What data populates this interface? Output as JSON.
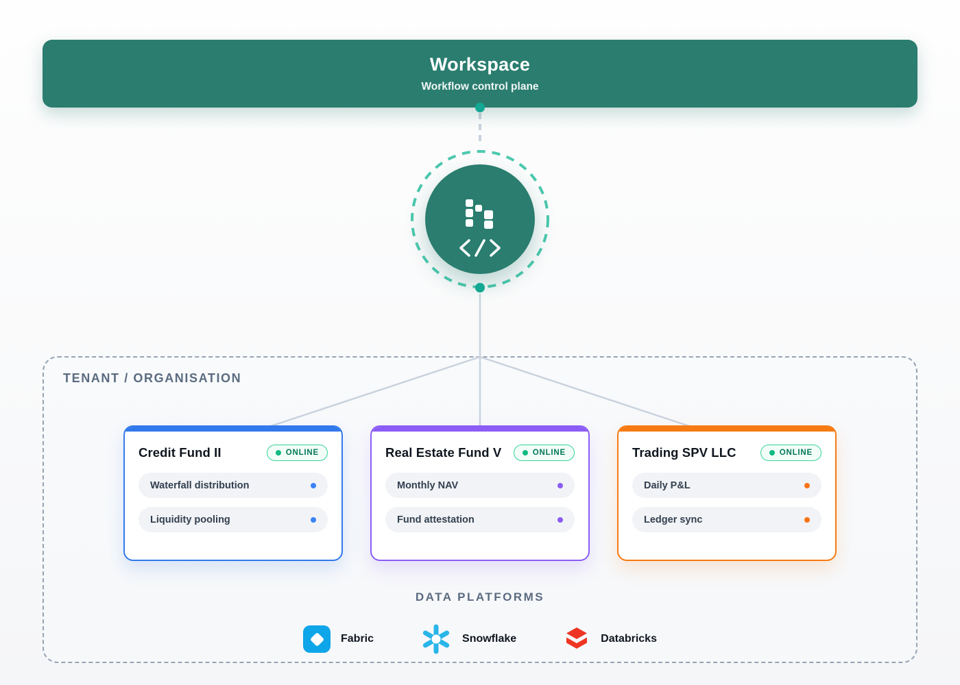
{
  "banner": {
    "title": "Workspace",
    "subtitle": "Workflow control plane"
  },
  "hub": {
    "logo_icon": "pixel-grid-logo",
    "code_icon": "code-brackets-icon"
  },
  "tenant": {
    "label": "TENANT / ORGANISATION"
  },
  "cards": [
    {
      "title": "Credit Fund II",
      "status": "ONLINE",
      "accent": "#3179ec",
      "dot_color": "#3b82f6",
      "items": [
        "Waterfall distribution",
        "Liquidity pooling"
      ]
    },
    {
      "title": "Real Estate Fund V",
      "status": "ONLINE",
      "accent": "#8b5cf6",
      "dot_color": "#8b5cf6",
      "items": [
        "Monthly NAV",
        "Fund attestation"
      ]
    },
    {
      "title": "Trading SPV LLC",
      "status": "ONLINE",
      "accent": "#f67a12",
      "dot_color": "#f97316",
      "items": [
        "Daily P&L",
        "Ledger sync"
      ]
    }
  ],
  "platforms": {
    "label": "DATA PLATFORMS",
    "items": [
      {
        "name": "Fabric",
        "icon": "fabric-icon"
      },
      {
        "name": "Snowflake",
        "icon": "snowflake-icon"
      },
      {
        "name": "Databricks",
        "icon": "databricks-icon"
      }
    ]
  },
  "colors": {
    "teal": "#2a7d6f",
    "teal-dot": "#14a894",
    "ring": "#4cc8ae",
    "line": "#c9d3de",
    "dash-border": "#97a3b4",
    "muted-label": "#5b6b80",
    "title": "#10161f",
    "accent-1": "#3179ec",
    "dot-1": "#3b82f6",
    "accent-2": "#8b5cf6",
    "dot-2": "#8b5cf6",
    "accent-3": "#f67a12",
    "dot-3": "#f97316",
    "badge-bg": "#f3fdf8",
    "badge-border": "#34d399",
    "badge-text": "#047857",
    "badge-dot": "#10b981",
    "item-bg": "#f1f3f6",
    "fabric": "#0ea5e9",
    "snowflake": "#29b5e8",
    "databricks": "#ee3524"
  }
}
